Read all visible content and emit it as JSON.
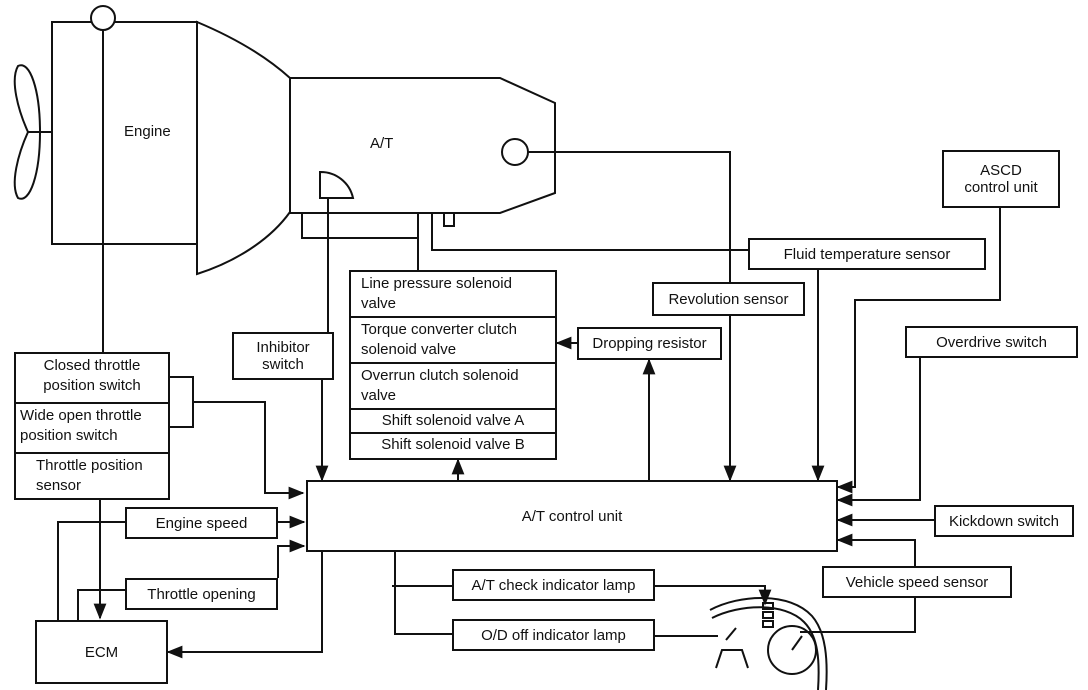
{
  "components": {
    "engine": "Engine",
    "at": "A/T",
    "at_control_unit": "A/T control unit",
    "ecm": "ECM",
    "ascd": [
      "ASCD",
      "control unit"
    ],
    "fluid_temperature_sensor": "Fluid temperature sensor",
    "revolution_sensor": "Revolution sensor",
    "overdrive_switch": "Overdrive switch",
    "kickdown_switch": "Kickdown switch",
    "vehicle_speed_sensor": "Vehicle speed sensor",
    "dropping_resistor": "Dropping resistor",
    "inhibitor_switch": [
      "Inhibitor",
      "switch"
    ],
    "engine_speed": "Engine speed",
    "throttle_opening": "Throttle opening",
    "at_check_indicator_lamp": "A/T check indicator lamp",
    "od_off_indicator_lamp": "O/D off indicator lamp"
  },
  "solenoid_stack": [
    [
      "Line pressure solenoid",
      "valve"
    ],
    [
      "Torque converter clutch",
      "solenoid valve"
    ],
    [
      "Overrun clutch solenoid",
      "valve"
    ],
    [
      "Shift solenoid valve A"
    ],
    [
      "Shift solenoid valve B"
    ]
  ],
  "throttle_stack": [
    [
      "Closed throttle",
      "position switch"
    ],
    [
      "Wide open throttle",
      "position switch"
    ],
    [
      "Throttle position",
      "sensor"
    ]
  ]
}
